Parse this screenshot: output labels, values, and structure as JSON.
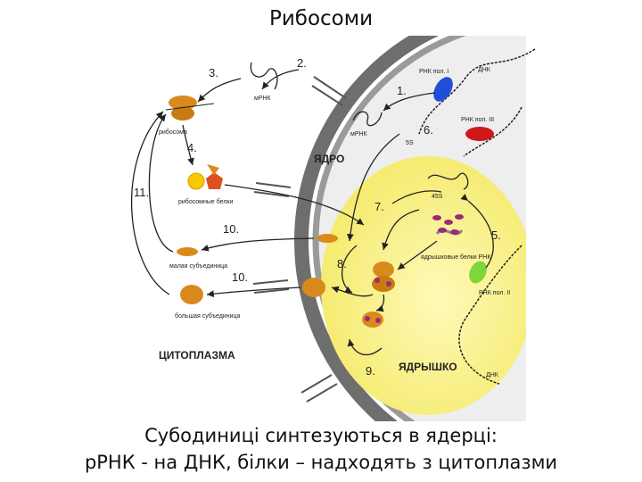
{
  "title": "Рибосоми",
  "caption": {
    "line1": "Субодиниці синтезуються в ядерці:",
    "line2": "рРНК  - на ДНК, білки – надходять з цитоплазми"
  },
  "diagram": {
    "step_numbers": [
      "2.",
      "3.",
      "1.",
      "6.",
      "4.",
      "11.",
      "7.",
      "5.",
      "10.",
      "8.",
      "10.",
      "9."
    ],
    "labels": {
      "mrna_1": "мРНК",
      "mrna_2": "мРНК",
      "rna_pol_1": "РНК пол. I",
      "dna_top": "ДНК",
      "rna_pol_3": "РНК пол. III",
      "ribosome": "рибосома",
      "ribosomal_proteins": "рибосомные белки",
      "nucleus": "ЯДРО",
      "rna_5s": "5S",
      "rna_45s": "45S",
      "nucleolar_proteins": "ядрышковые белки РНК",
      "small_subunit": "малая субъединица",
      "large_subunit": "большая субъединица",
      "rna_pol_2": "РНК пол. II",
      "cytoplasm": "ЦИТОПЛАЗМА",
      "nucleolus": "ЯДРЫШКО",
      "dna_bottom": "ДНК"
    },
    "colors": {
      "envelope": "#8a8a8a",
      "nucleolus": "#fbf59a",
      "nucleus": "#f2f2f2",
      "subunit": "#d98a1c",
      "rna_pol_1": "#1f4fd8",
      "rna_pol_3": "#d01818",
      "rna_pol_2": "#7ed63a",
      "protein_dot": "#9a2a7a"
    }
  }
}
